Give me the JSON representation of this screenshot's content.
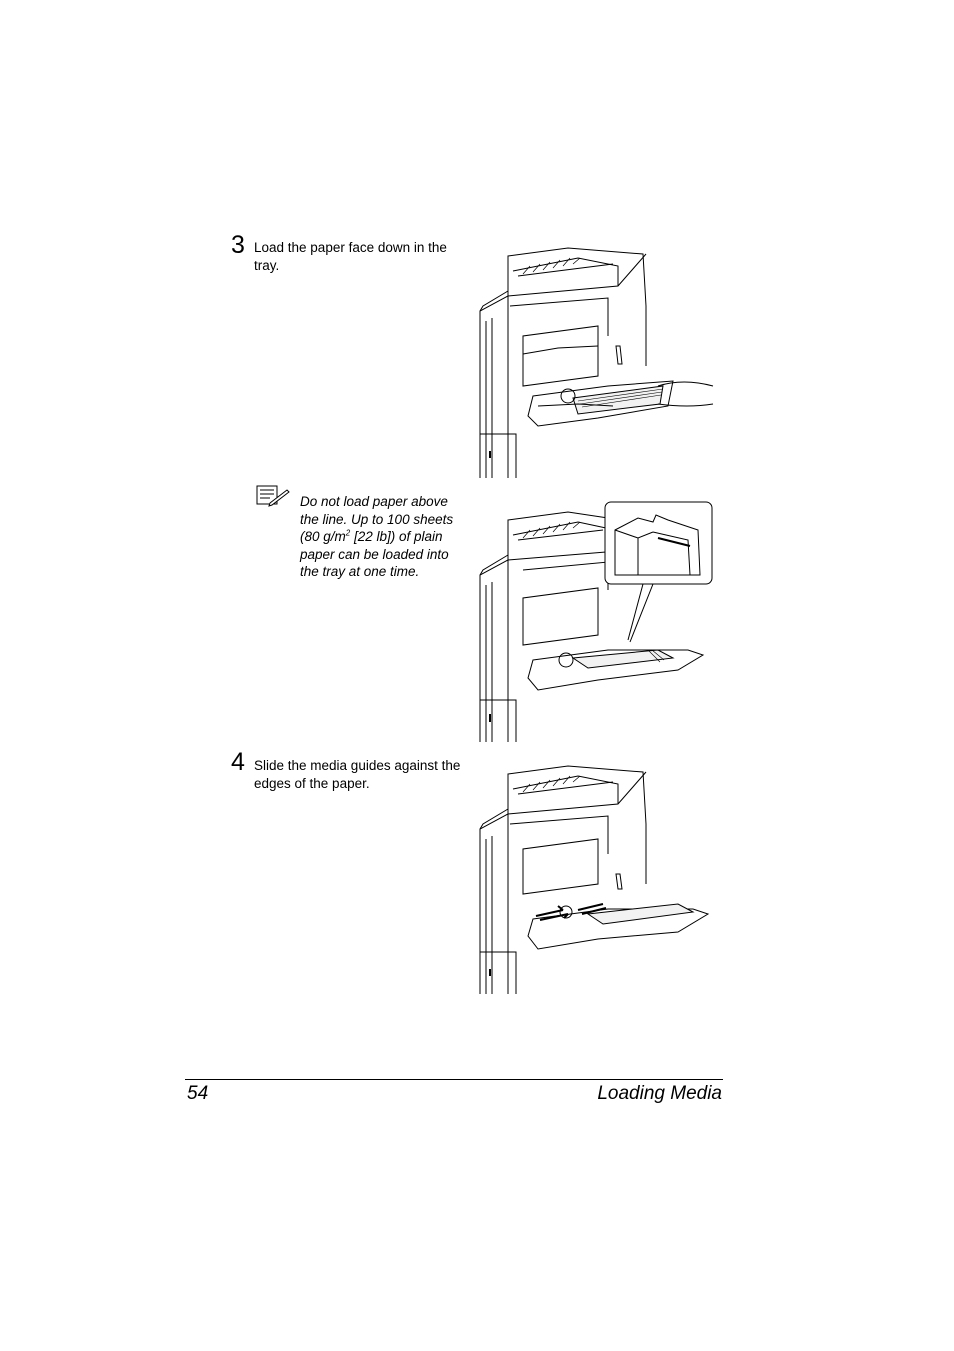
{
  "steps": [
    {
      "number": "3",
      "text": "Load the paper face down in the tray."
    },
    {
      "number": "4",
      "text": "Slide the media guides against the edges of the paper."
    }
  ],
  "note": {
    "icon": "note-pad-icon",
    "text_before": "Do not load paper above the line. Up to 100 sheets (80 g/m",
    "superscript": "2",
    "text_after": " [22 lb]) of plain paper can be loaded into the tray at one time."
  },
  "footer": {
    "page_number": "54",
    "section_title": "Loading Media"
  }
}
